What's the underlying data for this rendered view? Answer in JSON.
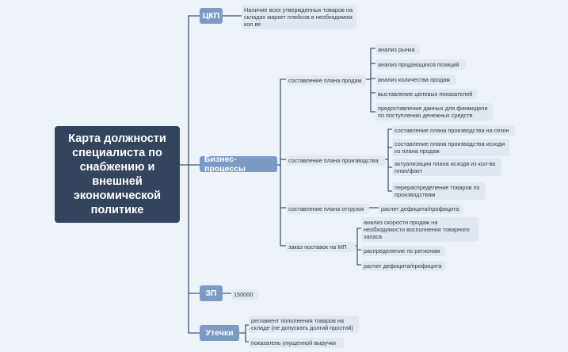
{
  "root": {
    "title": "Карта должности специалиста по снабжению и внешней экономической политике"
  },
  "branches": {
    "ckp": {
      "label": "ЦКП",
      "note": "Наличие всех утвержденных товаров на складах маркет плейсов в необходимом кол ве"
    },
    "bp": {
      "label": "Бизнес-процессы",
      "sales_plan": {
        "label": "составление плана продаж",
        "items": [
          "анализ рынка",
          "анализ продающихся позиций",
          "анализ количества продаж",
          "выставление целевых показателей",
          "предоставление данных для финмодели по поступлению денежных средств"
        ]
      },
      "prod_plan": {
        "label": "составление плана производства",
        "items": [
          "составление плана производства на сезон",
          "составление плана производства исходя из плана продаж",
          "актуализация плана исходя из кол-ва план/факт",
          "перераспределение товаров по производствам"
        ]
      },
      "ship_plan": {
        "label": "составление плана отгрузок",
        "item": "расчет дефицита/профицита"
      },
      "mp_order": {
        "label": "заказ поставок на МП",
        "items": [
          "анализ скорости продаж на необходимости восполнения товарного запаса",
          "распределение по регионам",
          "расчет дефицита/профицита"
        ]
      }
    },
    "zp": {
      "label": "ЗП",
      "value": "150000"
    },
    "leaks": {
      "label": "Утечки",
      "items": [
        "регламент пополнения товаров на складе (не допускать долгий простой)",
        "показатель упущенной выручки"
      ]
    }
  },
  "colors": {
    "background": "#eef3fa",
    "root": "#34445c",
    "branch": "#7d9ac6",
    "leaf": "#e2e8f1",
    "line": "#45566f"
  }
}
